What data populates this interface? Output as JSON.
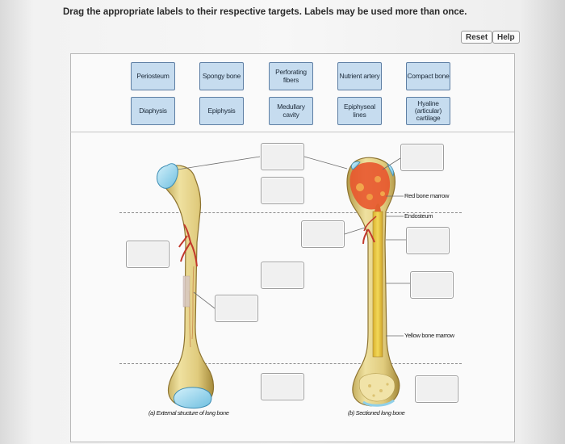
{
  "instructions": "Drag the appropriate labels to their respective targets. Labels may be used more than once.",
  "toolbar": {
    "reset_label": "Reset",
    "help_label": "Help"
  },
  "label_bank": [
    "Periosteum",
    "Spongy bone",
    "Perforating fibers",
    "Nutrient artery",
    "Compact bone",
    "Diaphysis",
    "Epiphysis",
    "Medullary cavity",
    "Epiphyseal lines",
    "Hyaline (articular) cartilage"
  ],
  "figure": {
    "panel_a_caption": "(a) External structure of long bone",
    "panel_b_caption": "(b) Sectioned long bone",
    "annotations": {
      "red_marrow": "Red bone marrow",
      "endosteum": "Endosteum",
      "yellow_marrow": "Yellow bone marrow"
    }
  },
  "colors": {
    "chip_fill": "#c6dcef",
    "chip_border": "#5e7fa4",
    "bone": "#e6d48b",
    "cartilage": "#8fd0ea",
    "marrow_red": "#e0602f"
  }
}
